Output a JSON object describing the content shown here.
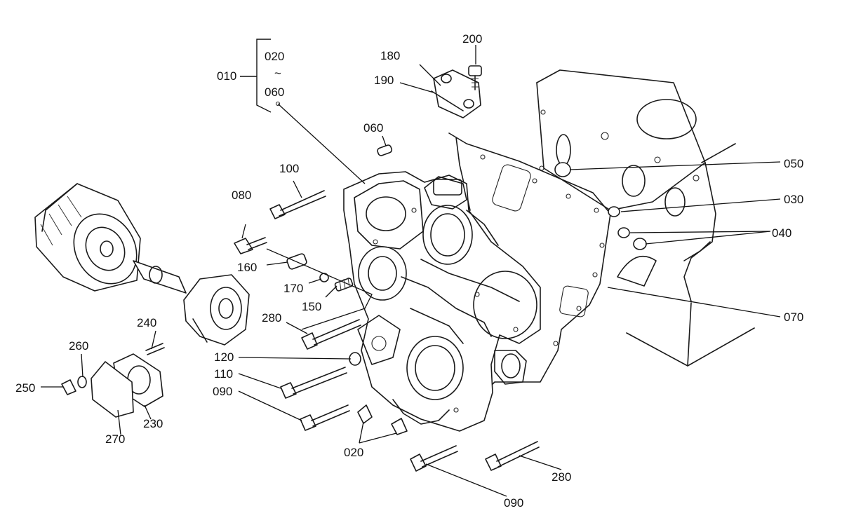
{
  "group_label": {
    "main": "010",
    "from": "020",
    "tilde": "~",
    "to": "060"
  },
  "callouts": [
    {
      "id": "c200a",
      "text": "200"
    },
    {
      "id": "c180",
      "text": "180"
    },
    {
      "id": "c190",
      "text": "190"
    },
    {
      "id": "c060",
      "text": "060"
    },
    {
      "id": "c050",
      "text": "050"
    },
    {
      "id": "c100",
      "text": "100"
    },
    {
      "id": "c080",
      "text": "080"
    },
    {
      "id": "c030",
      "text": "030"
    },
    {
      "id": "c040",
      "text": "040"
    },
    {
      "id": "c160",
      "text": "160"
    },
    {
      "id": "c170",
      "text": "170"
    },
    {
      "id": "c150",
      "text": "150"
    },
    {
      "id": "c070",
      "text": "070"
    },
    {
      "id": "c280a",
      "text": "280"
    },
    {
      "id": "c240",
      "text": "240"
    },
    {
      "id": "c260",
      "text": "260"
    },
    {
      "id": "c120",
      "text": "120"
    },
    {
      "id": "c110",
      "text": "110"
    },
    {
      "id": "c250",
      "text": "250"
    },
    {
      "id": "c090a",
      "text": "090"
    },
    {
      "id": "c230",
      "text": "230"
    },
    {
      "id": "c270",
      "text": "270"
    },
    {
      "id": "c020",
      "text": "020"
    },
    {
      "id": "c280b",
      "text": "280"
    },
    {
      "id": "c090b",
      "text": "090"
    }
  ]
}
